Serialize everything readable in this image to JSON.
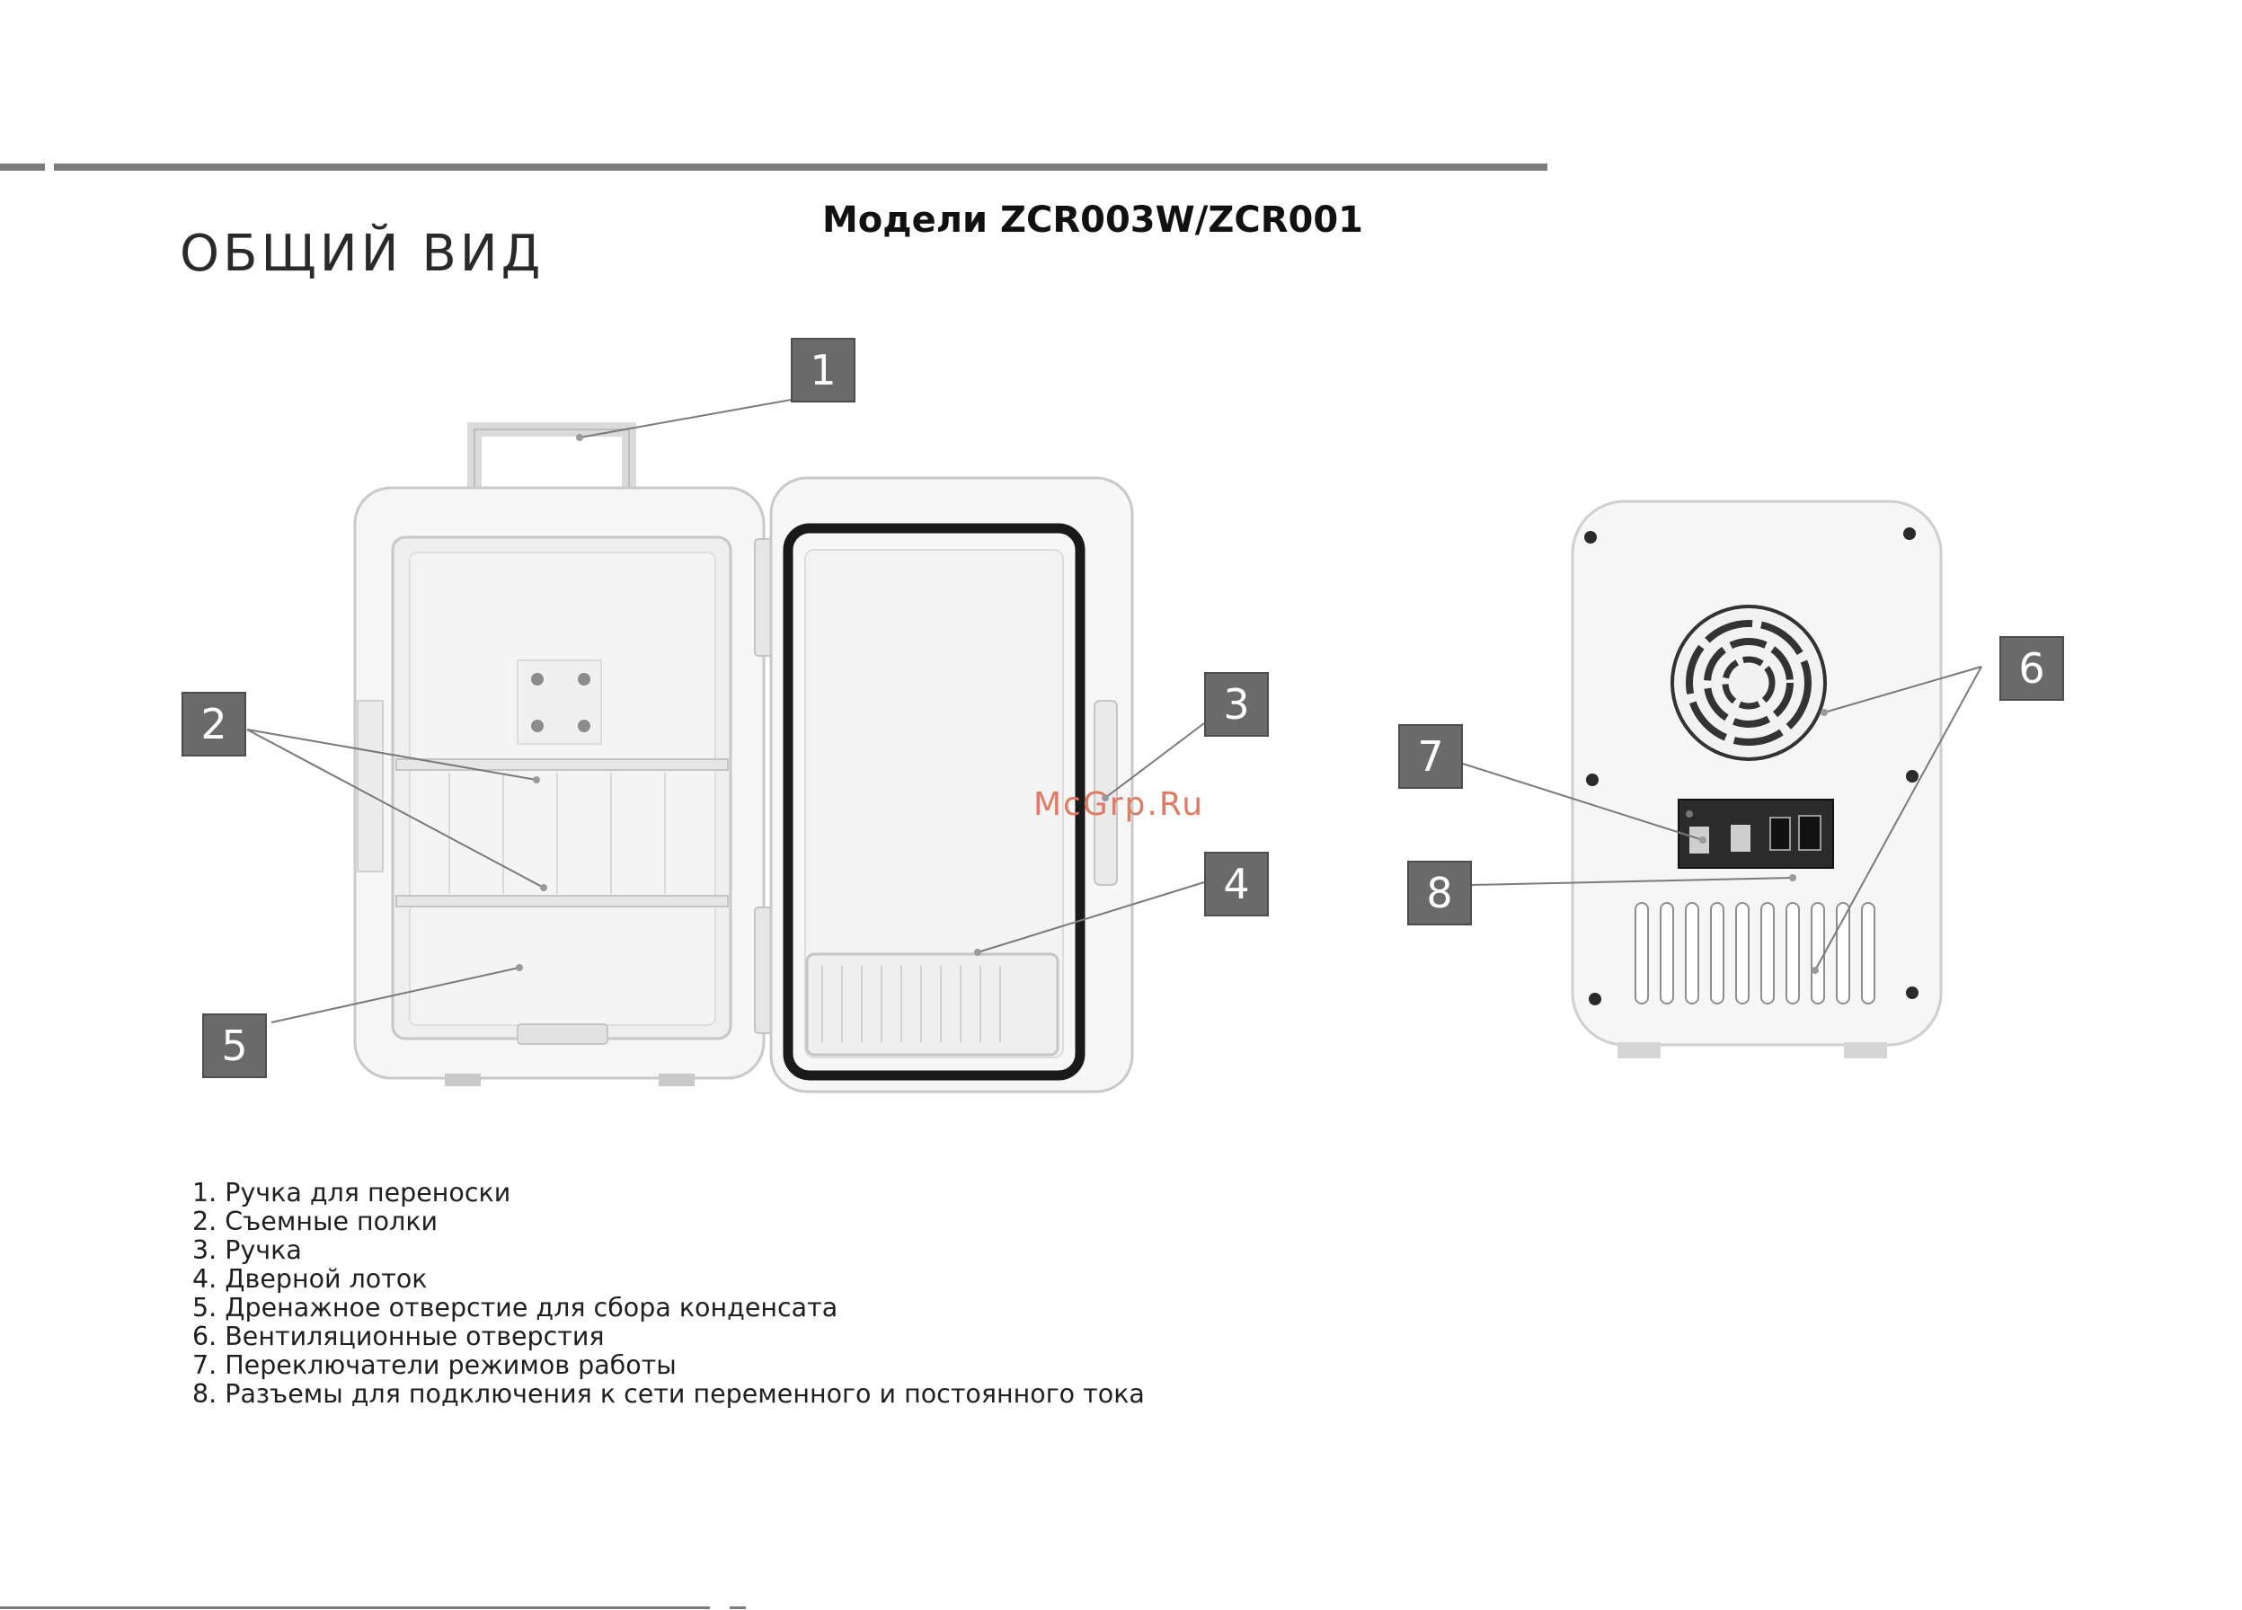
{
  "header": {
    "title": "ОБЩИЙ ВИД",
    "models": "Модели ZCR003W/ZCR001"
  },
  "callouts": [
    "1",
    "2",
    "3",
    "4",
    "5",
    "6",
    "7",
    "8"
  ],
  "watermark": "McGrp.Ru",
  "legend": [
    "1. Ручка для переноски",
    "2. Съемные полки",
    "3. Ручка",
    "4. Дверной лоток",
    "5. Дренажное отверстие для сбора конденсата",
    "6. Вентиляционные отверстия",
    "7. Переключатели режимов работы",
    "8. Разъемы для подключения к сети переменного и постоянного тока"
  ],
  "colors": {
    "callout_fill": "#6a6a6a",
    "rule": "#7d7d7d",
    "watermark": "#e07b63"
  }
}
